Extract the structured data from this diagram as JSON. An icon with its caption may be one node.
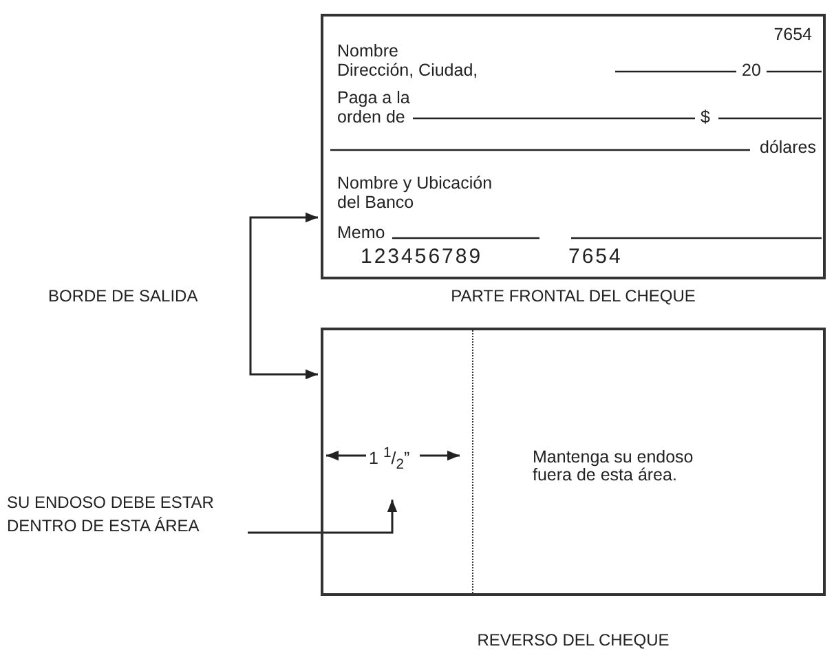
{
  "diagram": {
    "nodes": [
      {
        "text": [
          "7654",
          "Nombre",
          "Dirección, Ciudad,",
          "20",
          "Paga a la orden de",
          "$",
          "dólares",
          "Nombre y Ubicación del Banco",
          "Memo",
          "123456789",
          "7654"
        ],
        "beside": [
          "PARTE FRONTAL DEL CHEQUE"
        ]
      },
      {
        "text": [],
        "shape": "box",
        "beside": [
          "REVERSO DEL CHEQUE"
        ]
      },
      {
        "text": [],
        "shape": "box",
        "in": 1
      },
      {
        "text": [
          "Mantenga su endoso fuera de esta área."
        ],
        "in": 1
      },
      {
        "text": [
          "BORDE DE SALIDA"
        ]
      },
      {
        "text": [
          "SU ENDOSO DEBE ESTAR DENTRO DE ESTA ÁREA"
        ]
      }
    ],
    "edges": [
      {
        "from": 4,
        "to": 0,
        "arrow": "to"
      },
      {
        "from": 4,
        "to": 1,
        "arrow": "to"
      },
      {
        "from": 5,
        "to": 2,
        "arrow": "to"
      }
    ],
    "labels": [
      "1 $^{1}$/$_{2}$”"
    ]
  }
}
